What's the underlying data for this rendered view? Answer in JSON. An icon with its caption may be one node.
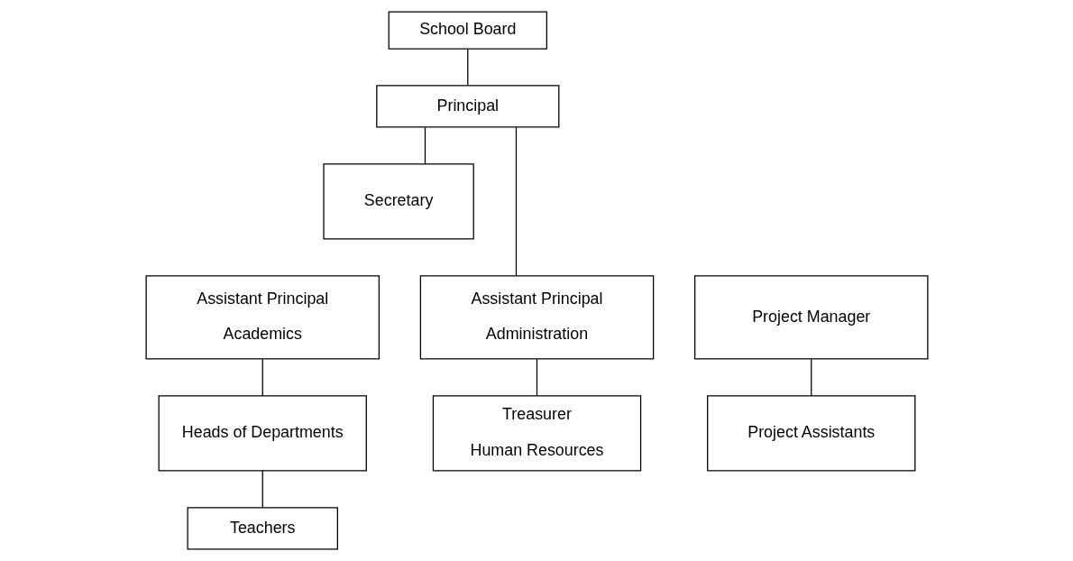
{
  "diagram": {
    "nodes": [
      {
        "text": [
          "School Board"
        ]
      },
      {
        "text": [
          "Principal"
        ]
      },
      {
        "text": [
          "Secretary"
        ]
      },
      {
        "text": [
          "Assistant Principal",
          "Academics"
        ]
      },
      {
        "text": [
          "Assistant Principal",
          "Administration"
        ]
      },
      {
        "text": [
          "Project Manager"
        ]
      },
      {
        "text": [
          "Heads of Departments"
        ]
      },
      {
        "text": [
          "Treasurer",
          "Human Resources"
        ]
      },
      {
        "text": [
          "Project Assistants"
        ]
      },
      {
        "text": [
          "Teachers"
        ]
      }
    ],
    "edges": [
      {
        "from": 0,
        "to": 1,
        "arrow": "none"
      },
      {
        "from": 1,
        "to": 2,
        "arrow": "none"
      },
      {
        "from": 1,
        "to": 4,
        "arrow": "none"
      },
      {
        "from": 3,
        "to": 6,
        "arrow": "none"
      },
      {
        "from": 4,
        "to": 7,
        "arrow": "none"
      },
      {
        "from": 5,
        "to": 8,
        "arrow": "none"
      },
      {
        "from": 6,
        "to": 9,
        "arrow": "none"
      }
    ]
  }
}
